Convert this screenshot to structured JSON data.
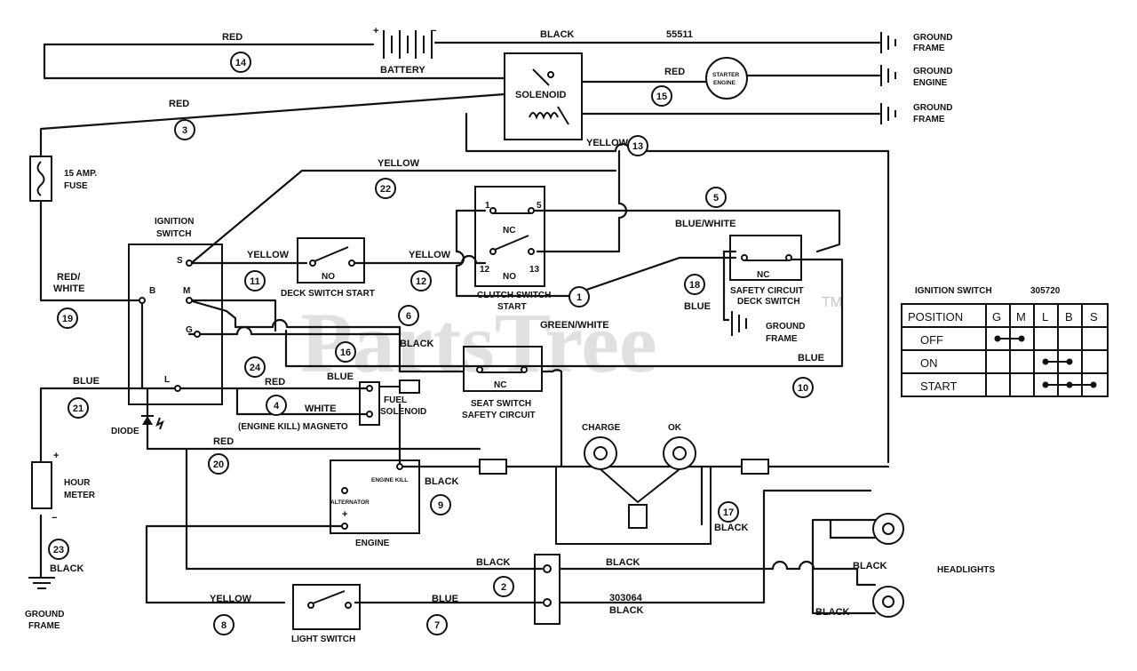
{
  "watermark": {
    "text": "PartsTree",
    "tm": "TM"
  },
  "wire_colors": {
    "red_top": "RED",
    "black_top": "BLACK",
    "part_55511": "55511",
    "red_3": "RED",
    "red_15": "RED",
    "yellow_13": "YELLOW",
    "yellow_22": "YELLOW",
    "yellow_11": "YELLOW",
    "yellow_12": "YELLOW",
    "blue_white": "BLUE/WHITE",
    "red_white": "RED/\nWHITE",
    "green_white": "GREEN/WHITE",
    "blue_18": "BLUE",
    "black_6": "BLACK",
    "blue_16": "BLUE",
    "blue_10": "BLUE",
    "blue_21": "BLUE",
    "red_24": "RED",
    "white_4": "WHITE",
    "red_20": "RED",
    "black_9": "BLACK",
    "black_17": "BLACK",
    "black_23": "BLACK",
    "black_2": "BLACK",
    "black_mid": "BLACK",
    "yellow_8": "YELLOW",
    "blue_7": "BLUE",
    "part_303064": "303064",
    "black_7": "BLACK",
    "black_hl1": "BLACK",
    "black_hl2": "BLACK"
  },
  "components": {
    "battery": "BATTERY",
    "solenoid": "SOLENOID",
    "starter": [
      "STARTER",
      "ENGINE"
    ],
    "ground_frame_1": [
      "GROUND",
      "FRAME"
    ],
    "ground_engine": [
      "GROUND",
      "ENGINE"
    ],
    "ground_frame_2": [
      "GROUND",
      "FRAME"
    ],
    "fuse": [
      "15 AMP.",
      "FUSE"
    ],
    "ignition_switch": [
      "IGNITION",
      "SWITCH"
    ],
    "ign_terms": {
      "s": "S",
      "b": "B",
      "m": "M",
      "g": "G",
      "l": "L"
    },
    "deck_switch": {
      "no": "NO",
      "label": "DECK SWITCH START"
    },
    "clutch_switch": {
      "nc": "NC",
      "no": "NO",
      "t1": "1",
      "t5": "5",
      "t12": "12",
      "t13": "13",
      "label": [
        "CLUTCH SWITCH",
        "START"
      ]
    },
    "safety_deck": {
      "nc": "NC",
      "label": [
        "SAFETY CIRCUIT",
        "DECK SWITCH"
      ]
    },
    "ground_frame_3": [
      "GROUND",
      "FRAME"
    ],
    "seat_switch": {
      "nc": "NC",
      "label": [
        "SEAT SWITCH",
        "SAFETY CIRCUIT"
      ]
    },
    "fuel_solenoid": [
      "FUEL",
      "SOLENOID"
    ],
    "engine_kill": "(ENGINE KILL) MAGNETO",
    "diode": "DIODE",
    "hour_meter": [
      "HOUR",
      "METER"
    ],
    "ground_frame_4": [
      "GROUND",
      "FRAME"
    ],
    "engine": {
      "label": "ENGINE",
      "kill": "ENGINE KILL",
      "alternator": "ALTERNATOR",
      "plus": "+"
    },
    "charge": "CHARGE",
    "ok": "OK",
    "headlights": "HEADLIGHTS",
    "light_switch": "LIGHT SWITCH",
    "plus": "+",
    "minus": "−",
    "batt_plus": "+",
    "batt_minus": "−"
  },
  "wire_numbers": {
    "n14": "14",
    "n3": "3",
    "n15": "15",
    "n13": "13",
    "n22": "22",
    "n5": "5",
    "n11": "11",
    "n12": "12",
    "n1": "1",
    "n18": "18",
    "n19": "19",
    "n6": "6",
    "n16": "16",
    "n10": "10",
    "n24": "24",
    "n21": "21",
    "n4": "4",
    "n20": "20",
    "n9": "9",
    "n17": "17",
    "n23": "23",
    "n2": "2",
    "n8": "8",
    "n7": "7"
  },
  "ignition_table": {
    "title": "IGNITION SWITCH",
    "part": "305720",
    "headers": [
      "POSITION",
      "G",
      "M",
      "L",
      "B",
      "S"
    ],
    "rows": [
      {
        "position": "OFF",
        "connections": [
          "G",
          "M"
        ]
      },
      {
        "position": "ON",
        "connections": [
          "L",
          "B"
        ]
      },
      {
        "position": "START",
        "connections": [
          "L",
          "B",
          "S"
        ]
      }
    ]
  }
}
